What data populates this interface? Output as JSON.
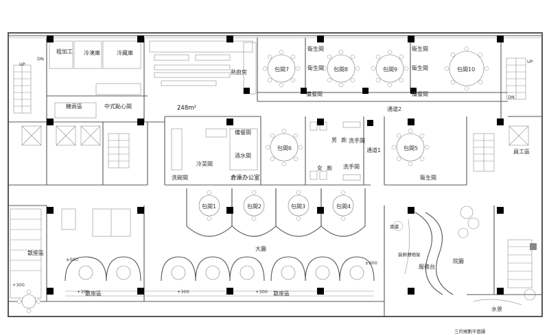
{
  "plan": {
    "area": "248m²",
    "rooms": {
      "rough_processing": "粗加工",
      "freezer": "冷凍庫",
      "cold_storage": "冷藏庫",
      "hot_kitchen": "熱廚房",
      "dim_sum": "中式點心間",
      "cashier": "糖貢區",
      "private_room_7": "包間7",
      "private_room_8": "包間8",
      "private_room_9": "包間9",
      "private_room_10": "包間10",
      "private_room_6": "包間6",
      "private_room_5": "包間5",
      "private_room_1": "包間1",
      "private_room_2": "包間2",
      "private_room_3": "包間3",
      "private_room_4": "包間4",
      "restroom_1": "衛生間",
      "restroom_2": "衛生間",
      "restroom_3": "衛生間",
      "restroom_4": "衛生間",
      "pantry_1": "備餐間",
      "pantry_2": "備餐間",
      "pantry_3": "備餐間",
      "corridor_2": "通道2",
      "corridor_1": "通道1",
      "cold_dish": "冷菜間",
      "wine_room": "酒水間",
      "warehouse_office": "倉庫办公室",
      "dish_wash": "洗碗間",
      "mens": "男",
      "mens_2": "廁",
      "womens": "女",
      "womens_2": "廁",
      "wash_1": "洗手間",
      "wash_2": "洗手間",
      "staff": "員工區",
      "hall": "大廳",
      "dining_left": "散座區",
      "dining_mid": "散座區",
      "dining_bottom": "散座區",
      "courtyard": "院廳",
      "reception": "服務台",
      "water_feature": "水景",
      "entrance_small": "香爐"
    },
    "levels": {
      "lvl_1": "±000",
      "lvl_2": "±000",
      "lvl_3": "+300",
      "lvl_4": "+300",
      "lvl_5": "+300",
      "lvl_6": "+300"
    },
    "stairs": {
      "up_left": "UP",
      "dn_left": "DN",
      "up_right": "UP",
      "dn_right": "DN"
    },
    "side_note": "裝飾博物架",
    "bottom_caption": "三的規劃平面圖"
  }
}
